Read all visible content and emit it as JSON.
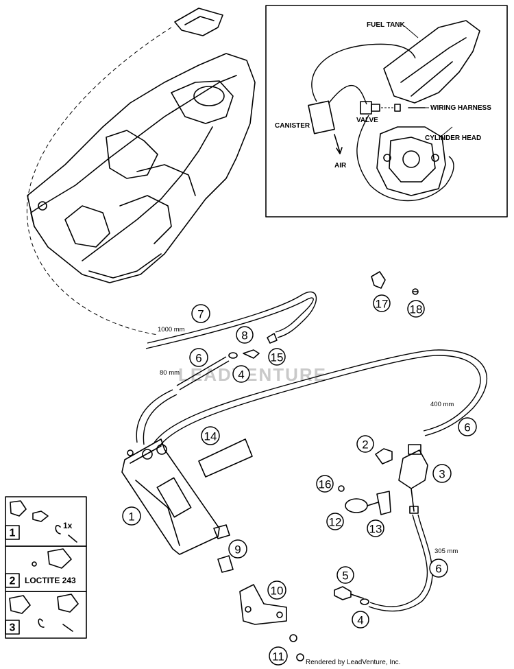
{
  "watermark": "LEADVENTURE",
  "inset": {
    "fuel_tank": "FUEL TANK",
    "canister": "CANISTER",
    "valve": "VALVE",
    "wiring_harness": "WIRING HARNESS",
    "cylinder_head": "CYLINDER HEAD",
    "air": "AIR"
  },
  "hose_lengths": {
    "h1000": "1000 mm",
    "h80": "80 mm",
    "h400": "400 mm",
    "h305": "305 mm"
  },
  "callouts": {
    "c1": "1",
    "c2": "2",
    "c3": "3",
    "c4a": "4",
    "c4b": "4",
    "c5": "5",
    "c6a": "6",
    "c6b": "6",
    "c6c": "6",
    "c7": "7",
    "c8": "8",
    "c9": "9",
    "c10": "10",
    "c11": "11",
    "c12": "12",
    "c13": "13",
    "c14": "14",
    "c15": "15",
    "c16": "16",
    "c17": "17",
    "c18": "18"
  },
  "notes": {
    "n1": "1",
    "n1_qty": "1x",
    "n2": "2",
    "n2_text": "LOCTITE 243",
    "n3": "3"
  },
  "footer": "Rendered by LeadVenture, Inc."
}
